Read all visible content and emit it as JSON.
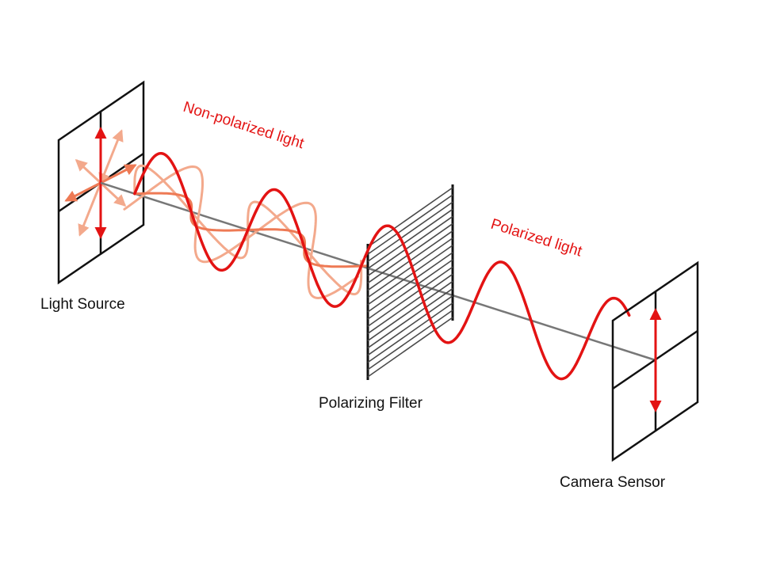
{
  "labels": {
    "light_source": "Light Source",
    "non_polarized": "Non-polarized light",
    "polarized": "Polarized light",
    "polarizing_filter": "Polarizing Filter",
    "camera_sensor": "Camera Sensor"
  },
  "colors": {
    "wave_primary": "#e31313",
    "wave_faded": "#f3a98c",
    "wave_mid": "#ee7a55",
    "frame": "#111111",
    "axis": "#777777",
    "filter_lines": "#4a4a4a"
  }
}
